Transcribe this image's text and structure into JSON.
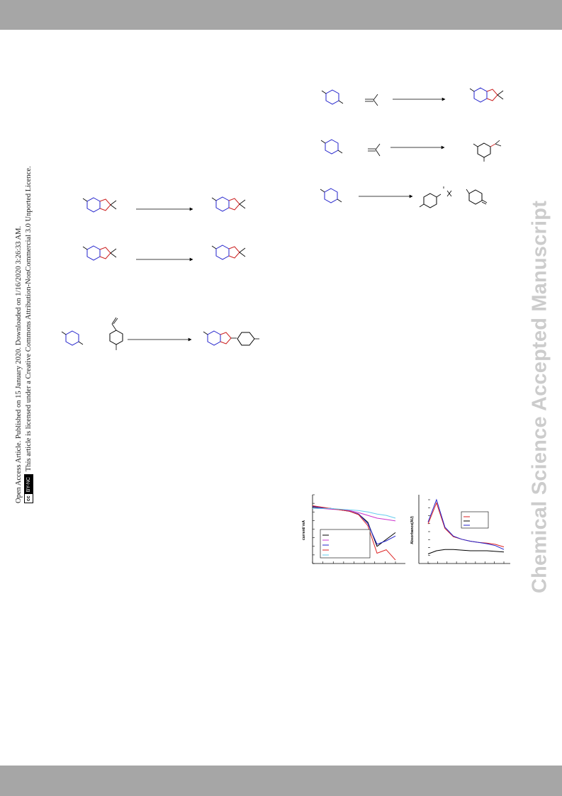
{
  "watermark": {
    "text": "Chemical Science Accepted Manuscript",
    "color": "#cccccc"
  },
  "notice": {
    "line1": "Open Access Article. Published on 15 January 2020. Downloaded on 1/16/2020 3:26:33 AM.",
    "line2": "This article is licensed under a Creative Commons Attribution-NonCommercial 3.0 Unported Licence.",
    "badge_cc": "cc",
    "badge_text": "BY-NC"
  },
  "colors": {
    "ring": "#2222cc",
    "bond": "#cc2222",
    "bar": "#a6a6a6"
  },
  "chart_data": [
    {
      "type": "line",
      "ylabel": "current/ mA",
      "series": [
        {
          "color": "#000000",
          "values": [
            0.82,
            0.81,
            0.8,
            0.78,
            0.76,
            0.72,
            0.6,
            0.25,
            0.35,
            0.45
          ]
        },
        {
          "color": "#cc33cc",
          "values": [
            0.8,
            0.8,
            0.79,
            0.78,
            0.77,
            0.74,
            0.7,
            0.66,
            0.64,
            0.62
          ]
        },
        {
          "color": "#2222cc",
          "values": [
            0.83,
            0.81,
            0.8,
            0.78,
            0.76,
            0.72,
            0.58,
            0.28,
            0.33,
            0.4
          ]
        },
        {
          "color": "#dd2222",
          "values": [
            0.84,
            0.82,
            0.8,
            0.78,
            0.76,
            0.71,
            0.55,
            0.15,
            0.2,
            0.05
          ]
        },
        {
          "color": "#66ccee",
          "values": [
            0.8,
            0.8,
            0.8,
            0.79,
            0.78,
            0.77,
            0.75,
            0.72,
            0.7,
            0.66
          ]
        }
      ]
    },
    {
      "type": "line",
      "ylabel": "Absorbance(AU)",
      "series": [
        {
          "color": "#dd2222",
          "values": [
            0.62,
            0.95,
            0.55,
            0.42,
            0.38,
            0.35,
            0.33,
            0.32,
            0.3,
            0.26
          ]
        },
        {
          "color": "#000000",
          "values": [
            0.15,
            0.2,
            0.22,
            0.22,
            0.21,
            0.2,
            0.2,
            0.2,
            0.19,
            0.18
          ]
        },
        {
          "color": "#2222cc",
          "values": [
            0.65,
            1.0,
            0.57,
            0.43,
            0.38,
            0.35,
            0.33,
            0.31,
            0.28,
            0.22
          ]
        }
      ]
    }
  ]
}
